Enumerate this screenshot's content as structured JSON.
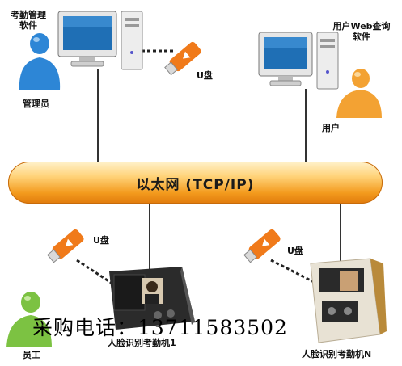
{
  "bus": {
    "label": "以太网 (TCP/IP)"
  },
  "nodes": {
    "admin_software": "考勤管理\n软件",
    "admin": "管理员",
    "web_software": "用户Web查询\n软件",
    "user": "用户",
    "usb_top": "U盘",
    "usb_left": "U盘",
    "usb_right": "U盘",
    "employee": "员工",
    "device1": "人脸识别考勤机1",
    "deviceN": "人脸识别考勤机N"
  },
  "watermark": "采购电话：13711583502",
  "colors": {
    "bus": "#f39a1d",
    "usb": "#f07a1a",
    "admin_person": "#2d86d6",
    "user_person": "#f3a233",
    "employee_person": "#7cc242"
  }
}
